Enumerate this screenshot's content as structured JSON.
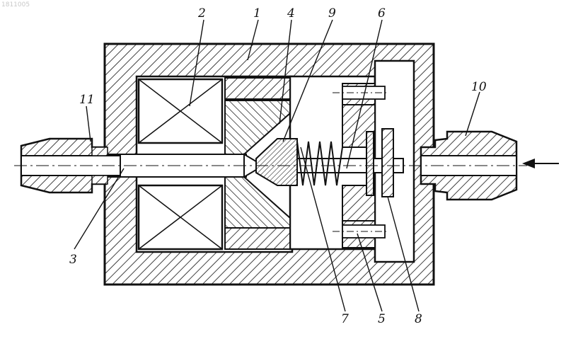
{
  "corner_mark": "1811005",
  "callouts": [
    "1",
    "2",
    "3",
    "4",
    "5",
    "6",
    "7",
    "8",
    "9",
    "10",
    "11"
  ],
  "colors": {
    "ink": "#111111",
    "paper": "#ffffff"
  }
}
